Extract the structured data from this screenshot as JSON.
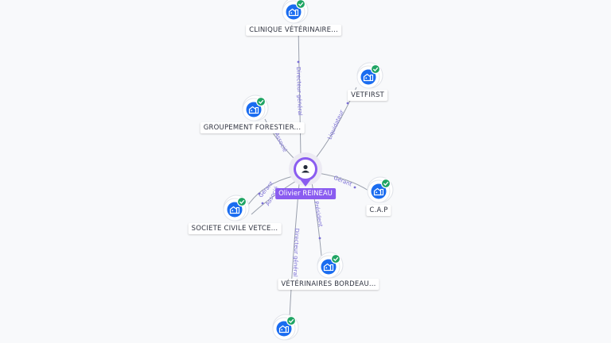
{
  "center": {
    "name": "Olivier REINEAU",
    "icon": "person-icon"
  },
  "companies": [
    {
      "id": "clinique",
      "name": "CLINIQUE VÉTÉRINAIRE...",
      "icon": "building-icon",
      "verified": true
    },
    {
      "id": "vetfirst",
      "name": "VETFIRST",
      "icon": "building-icon",
      "verified": true
    },
    {
      "id": "groupement",
      "name": "GROUPEMENT FORESTIER...",
      "icon": "building-icon",
      "verified": true
    },
    {
      "id": "cap",
      "name": "C.A.P",
      "icon": "building-icon",
      "verified": true
    },
    {
      "id": "scvetce",
      "name": "SOCIETE CIVILE VETCE...",
      "icon": "building-icon",
      "verified": true
    },
    {
      "id": "vetbordeaux",
      "name": "VÉTÉRINAIRES BORDEAU...",
      "icon": "building-icon",
      "verified": true
    },
    {
      "id": "bottom",
      "name": "",
      "icon": "building-icon",
      "verified": true
    }
  ],
  "relations": [
    {
      "target": "clinique",
      "label": "Directeur général"
    },
    {
      "target": "vetfirst",
      "label": "Liquidateur"
    },
    {
      "target": "groupement",
      "label": "Associé"
    },
    {
      "target": "cap",
      "label": "Gérant"
    },
    {
      "target": "scvetce",
      "label": "Gérant"
    },
    {
      "target": "scvetce",
      "label": "Associé"
    },
    {
      "target": "vetbordeaux",
      "label": "Président"
    },
    {
      "target": "bottom",
      "label": "Directeur général"
    }
  ],
  "colors": {
    "center": "#8a5cf0",
    "company": "#1a6cf0",
    "verified": "#1fa463",
    "edge": "#9aa0ad",
    "edge_label": "#7b6fd6"
  }
}
